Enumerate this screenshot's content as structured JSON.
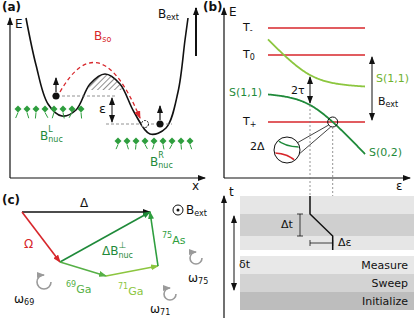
{
  "diagram": {
    "nodes": [
      {
        "text": [
          "Measure"
        ]
      },
      {
        "text": [
          "Sweep"
        ]
      },
      {
        "text": [
          "Initialize"
        ]
      }
    ],
    "labels": [
      "(a)",
      "E",
      "B",
      "ext",
      "B",
      "so",
      "ε",
      "x",
      "B",
      "nuc",
      "L",
      "B",
      "nuc",
      "R",
      "(b)",
      "E",
      "T",
      "-",
      "T",
      "0",
      "S(1,1)",
      "T",
      "+",
      "S(1,1)",
      "2τ",
      "B",
      "ext",
      "2Δ",
      "S(0,2)",
      "ε",
      "t",
      "Δt",
      "Δε",
      "δt",
      "(c)",
      "Δ",
      "B",
      "ext",
      "Ω",
      "ΔB",
      "⊥",
      "nuc",
      "75",
      "As",
      "71",
      "Ga",
      "69",
      "Ga",
      "ω",
      "69",
      "ω",
      "71",
      "ω",
      "75"
    ]
  }
}
